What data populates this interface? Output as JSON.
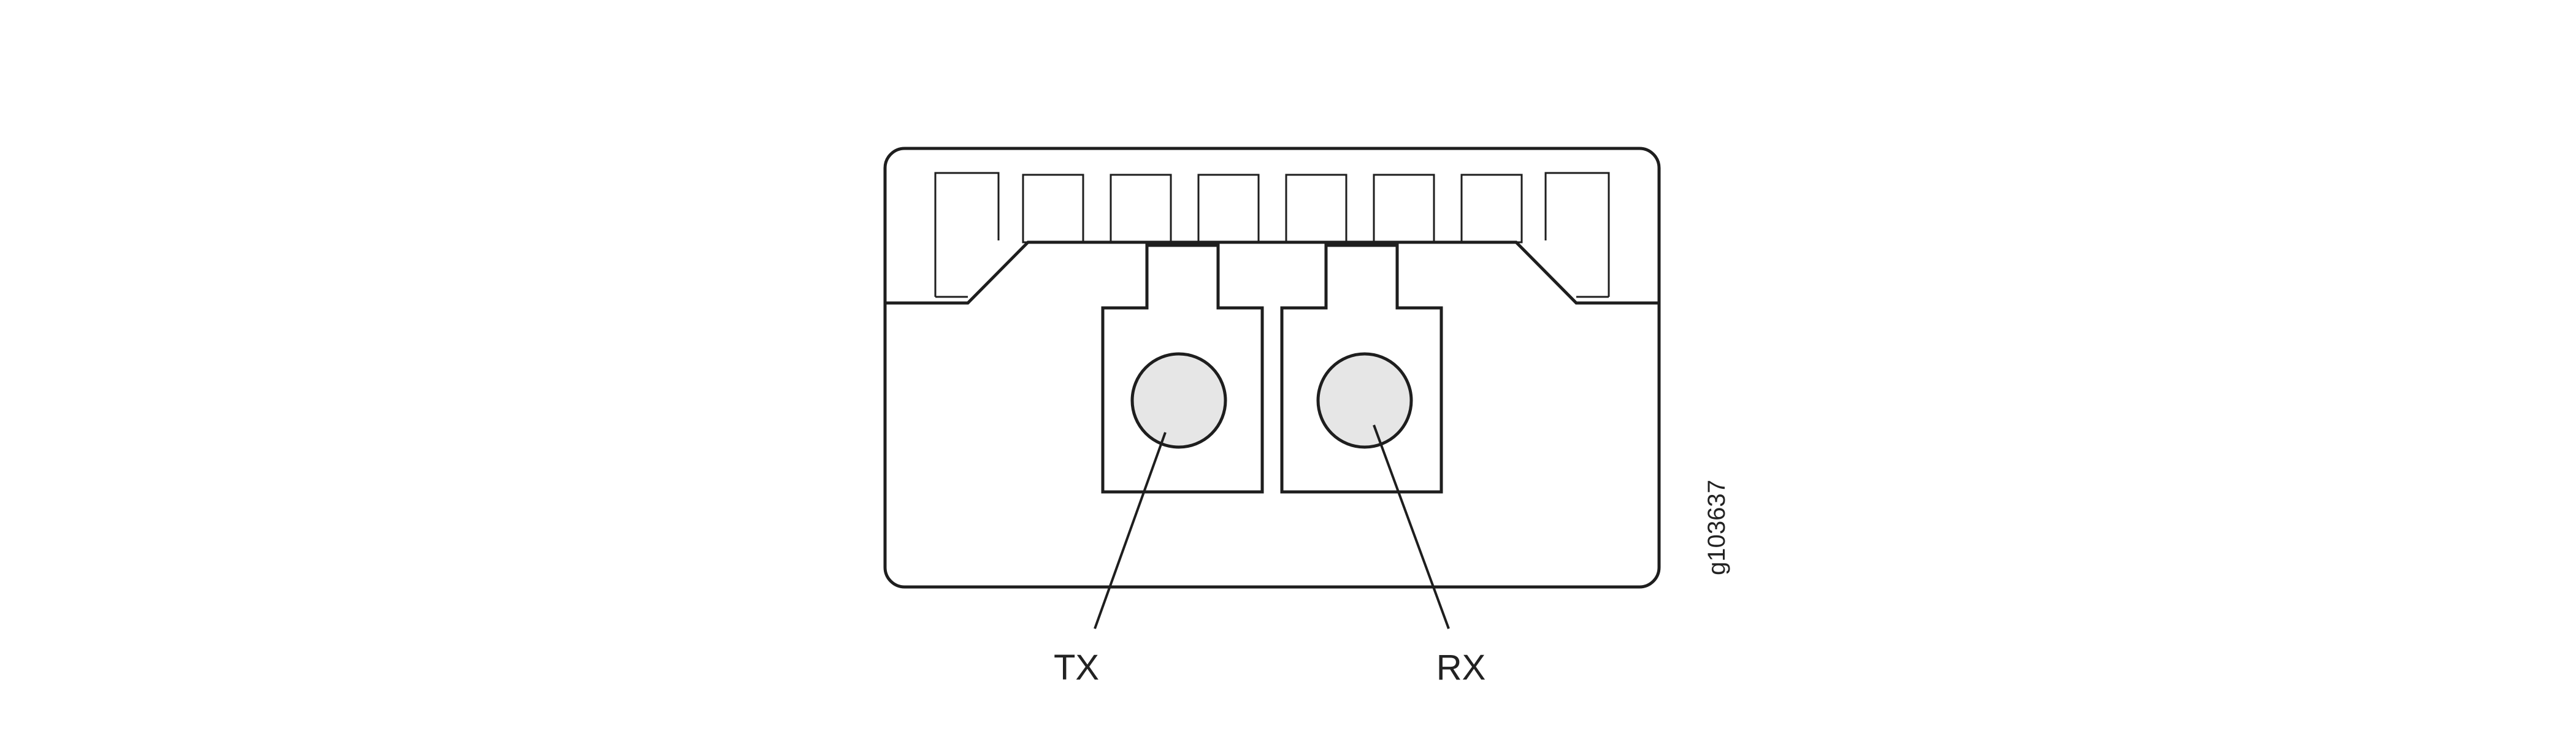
{
  "labels": {
    "tx": "TX",
    "rx": "RX",
    "figure_id": "g103637"
  },
  "colors": {
    "stroke": "#1e1e1e",
    "port_fill": "#e6e6e6",
    "background": "#ffffff"
  }
}
